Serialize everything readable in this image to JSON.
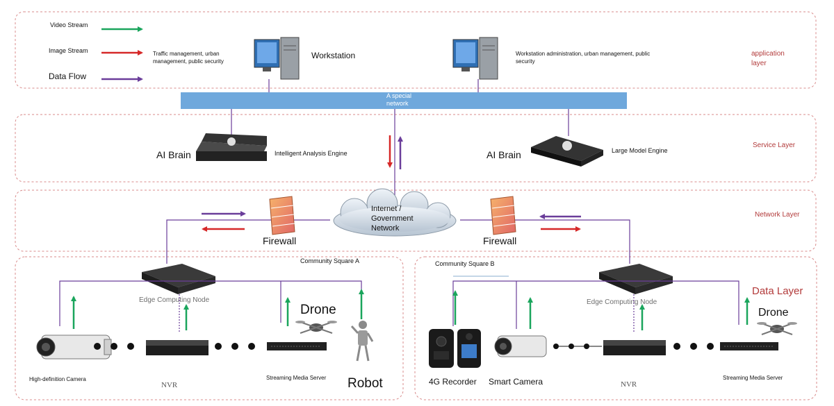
{
  "legend": {
    "video_stream": "Video Stream",
    "image_stream": "Image Stream",
    "data_flow": "Data Flow"
  },
  "layers": {
    "application": "application layer",
    "service": "Service Layer",
    "network": "Network Layer",
    "data": "Data Layer"
  },
  "application": {
    "workstation_label": "Workstation",
    "left_note": "Traffic management, urban management, public security",
    "right_note": "Workstation administration, urban management, public security"
  },
  "special_network": "A special network",
  "service": {
    "left_title": "AI Brain",
    "left_engine": "Intelligent Analysis Engine",
    "right_title": "AI Brain",
    "right_engine": "Large Model Engine"
  },
  "network": {
    "cloud": "Internet / Government Network",
    "firewall_left": "Firewall",
    "firewall_right": "Firewall"
  },
  "community_a": {
    "title": "Community Square A",
    "edge": "Edge Computing Node",
    "camera": "High-definition Camera",
    "nvr": "NVR",
    "server": "Streaming Media Server",
    "drone": "Drone",
    "robot": "Robot"
  },
  "community_b": {
    "title": "Community Square B",
    "edge": "Edge Computing Node",
    "recorder": "4G Recorder",
    "camera": "Smart Camera",
    "nvr": "NVR",
    "server": "Streaming Media Server",
    "drone": "Drone"
  },
  "colors": {
    "video_green": "#1aa55c",
    "image_red": "#d62828",
    "flow_purple": "#6a3d9a",
    "layer_red": "#b23a3a",
    "network_bar": "#6fa8dc"
  }
}
